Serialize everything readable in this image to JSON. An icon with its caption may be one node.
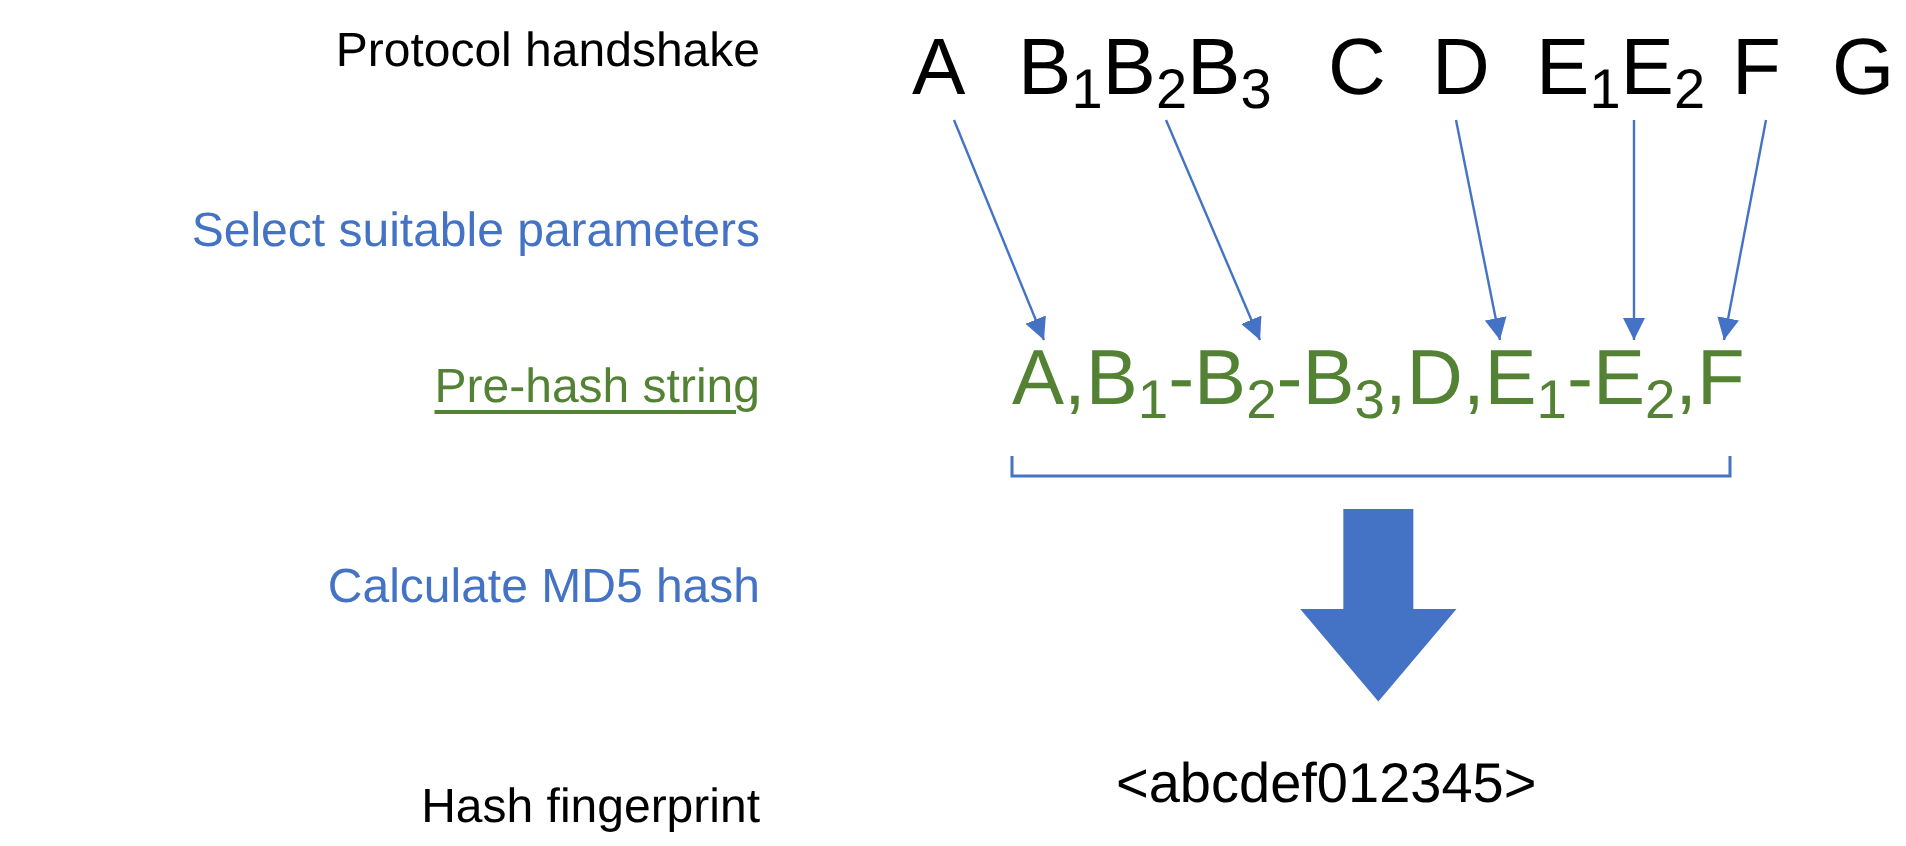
{
  "diagram": {
    "nodes": [
      {
        "text": [
          "A"
        ]
      },
      {
        "text": [
          "B$_{1}$B$_{2}$B$_{3}$"
        ]
      },
      {
        "text": [
          "D"
        ]
      },
      {
        "text": [
          "E$_{1}$E$_{2}$"
        ]
      },
      {
        "text": [
          "F"
        ]
      },
      {
        "text": [
          "A,B$_{1}$-B$_{2}$-B$_{3}$,D,E$_{1}$-E$_{2}$,F"
        ]
      },
      {
        "text": [
          "<abcdef012345>"
        ]
      }
    ],
    "edges": [
      {
        "from": 0,
        "to": 5,
        "arrow": "to"
      },
      {
        "from": 1,
        "to": 5,
        "arrow": "to"
      },
      {
        "from": 2,
        "to": 5,
        "arrow": "to"
      },
      {
        "from": 3,
        "to": 5,
        "arrow": "to"
      },
      {
        "from": 4,
        "to": 5,
        "arrow": "to"
      },
      {
        "from": 5,
        "to": 6,
        "arrow": "to",
        "style": "thick"
      }
    ],
    "labels": [
      "Protocol handshake",
      "C",
      "G",
      "Select suitable parameters",
      "Pre-hash string",
      "Calculate MD5 hash",
      "Hash fingerprint"
    ]
  }
}
